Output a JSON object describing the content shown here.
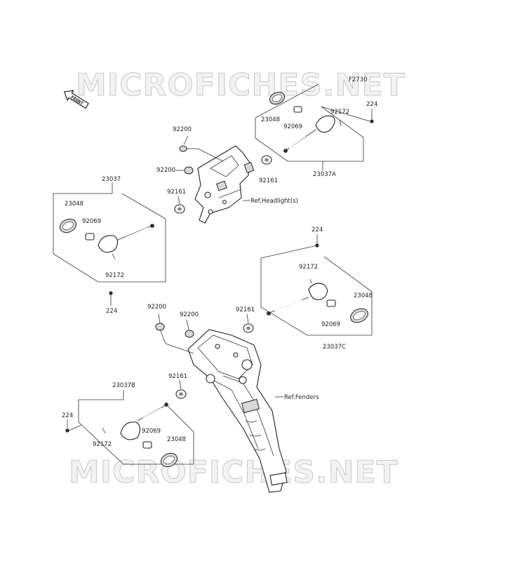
{
  "watermark": {
    "text": "MICROFICHES.NET"
  },
  "front_badge": {
    "text": "FRONT"
  },
  "figure_code": "F2730",
  "labels": {
    "p23037": "23037",
    "p23037A": "23037A",
    "p23037B": "23037B",
    "p23037C": "23037C",
    "p23048": "23048",
    "p92069": "92069",
    "p92172": "92172",
    "p224": "224",
    "p92161": "92161",
    "p92200": "92200",
    "ref_headlight": "Ref.Headlight(s)",
    "ref_fenders": "Ref.Fenders"
  }
}
